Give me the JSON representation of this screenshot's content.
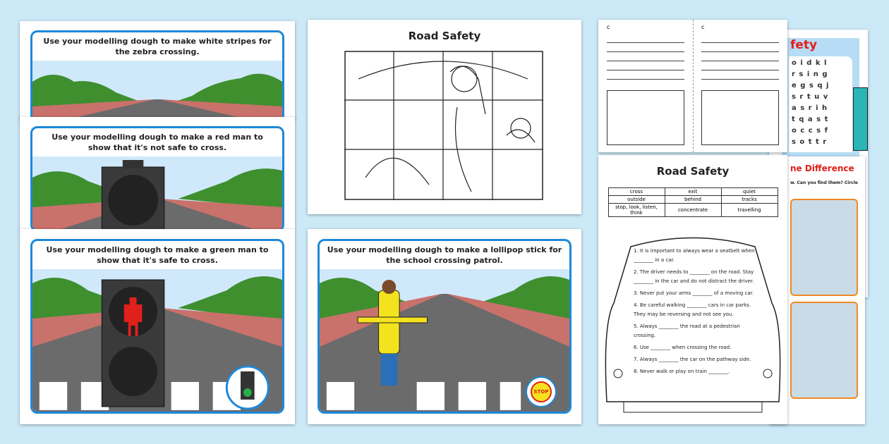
{
  "cards": {
    "zebra": {
      "text": "Use your modelling dough to make white stripes for the zebra crossing."
    },
    "red_man": {
      "text": "Use your modelling dough to make a red man to show that it's not safe to cross."
    },
    "green_man": {
      "text": "Use your modelling dough to make a green man to show that it's safe to cross."
    },
    "lollipop": {
      "text": "Use your modelling dough to make a lollipop stick for the school crossing patrol.",
      "sign_text": "STOP"
    }
  },
  "puzzle": {
    "title": "Road Safety"
  },
  "worksheet": {
    "title": "Road Safety",
    "word_bank": [
      [
        "cross",
        "exit",
        "quiet"
      ],
      [
        "outside",
        "behind",
        "tracks"
      ],
      [
        "stop, look, listen, think",
        "concentrate",
        "travelling"
      ]
    ],
    "questions": [
      "1. It is important to always wear a seatbelt when ________ in a car.",
      "2. The driver needs to ________ on the road. Stay ________ in the car and do not distract the driver.",
      "3. Never put your arms ________ of a moving car.",
      "4. Be careful walking ________ cars in car parks. They may be reversing and not see you.",
      "5. Always ________ the road at a pedestrian crossing.",
      "6. Use ________ when crossing the road.",
      "7. Always ________ the car on the pathway side.",
      "8. Never walk or play on train ________."
    ]
  },
  "lined_sheet": {
    "labels": [
      "c",
      "c"
    ]
  },
  "word_search": {
    "title_fragment": "fety",
    "rows": [
      "o i d k l",
      "r s i n g",
      "e g s q j",
      "s r t u v",
      "a s r i h",
      "t q a s t",
      "o c c s f",
      "s o t t r"
    ]
  },
  "difference": {
    "title_fragment": "ne Difference",
    "subtitle_fragment": "w. Can you find them? Circle"
  },
  "colors": {
    "background": "#cce9f7",
    "panel_border": "#1e88d8",
    "accent_red": "#e0201b"
  }
}
